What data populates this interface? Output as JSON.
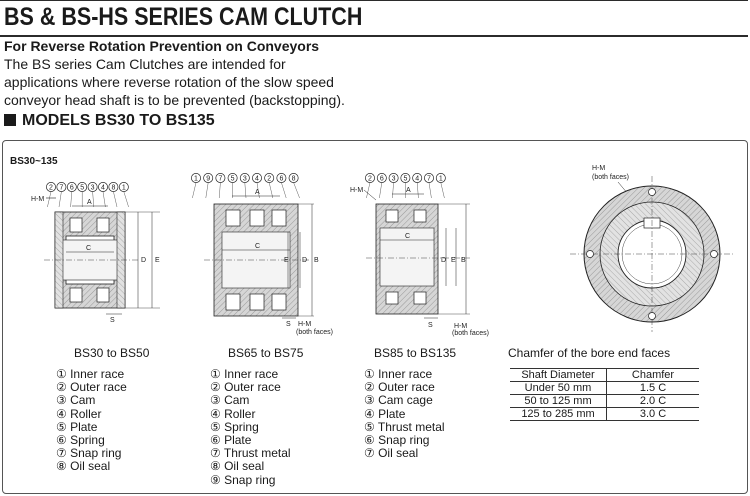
{
  "title": "BS & BS-HS SERIES CAM CLUTCH",
  "subtitle": "For Reverse Rotation Prevention on Conveyors",
  "intro_lines": [
    "The BS series Cam Clutches are intended for",
    "applications where reverse rotation of the slow speed",
    "conveyor head shaft is to be prevented (backstopping)."
  ],
  "models_heading": "MODELS BS30 TO BS135",
  "panel_label": "BS30~135",
  "dimension_labels": {
    "hm": "H-M",
    "hm_note": "(both faces)",
    "A": "A",
    "C": "C",
    "D": "D",
    "E": "E",
    "B": "B",
    "S": "S"
  },
  "callouts": {
    "bs30": [
      "2",
      "7",
      "6",
      "5",
      "3",
      "4",
      "8",
      "1"
    ],
    "bs65": [
      "1",
      "9",
      "7",
      "5",
      "3",
      "4",
      "2",
      "6",
      "8"
    ],
    "bs85": [
      "2",
      "6",
      "3",
      "5",
      "4",
      "7",
      "1"
    ]
  },
  "models": [
    {
      "caption": "BS30 to BS50",
      "parts": [
        "① Inner race",
        "② Outer race",
        "③ Cam",
        "④ Roller",
        "⑤ Plate",
        "⑥ Spring",
        "⑦ Snap ring",
        "⑧ Oil seal"
      ]
    },
    {
      "caption": "BS65 to BS75",
      "parts": [
        "① Inner race",
        "② Outer race",
        "③ Cam",
        "④ Roller",
        "⑤ Spring",
        "⑥ Plate",
        "⑦ Thrust metal",
        "⑧ Oil seal",
        "⑨ Snap ring"
      ]
    },
    {
      "caption": "BS85 to BS135",
      "parts": [
        "① Inner race",
        "② Outer race",
        "③ Cam cage",
        "④ Plate",
        "⑤ Thrust metal",
        "⑥ Snap ring",
        "⑦ Oil seal"
      ]
    }
  ],
  "chamfer": {
    "caption": "Chamfer of the bore end faces",
    "headers": [
      "Shaft Diameter",
      "Chamfer"
    ],
    "rows": [
      [
        "Under 50 mm",
        "1.5 C"
      ],
      [
        "50 to 125 mm",
        "2.0 C"
      ],
      [
        "125 to 285 mm",
        "3.0 C"
      ]
    ]
  },
  "colors": {
    "hatch": "#c8c8c8",
    "accent": "#1a1a1a"
  }
}
